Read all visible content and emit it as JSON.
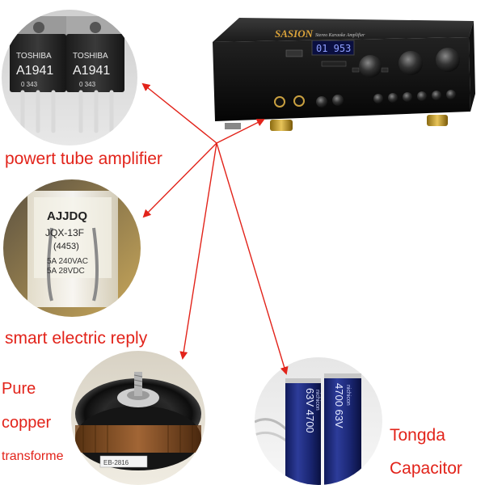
{
  "amplifier": {
    "brand": "SASION",
    "model_script": "Stereo Karaoke Amplifier",
    "display_digits": "01 953"
  },
  "transistors": {
    "left_brand": "TOSHIBA",
    "left_part": "A1941",
    "left_code": "0 343",
    "right_brand": "TOSHIBA",
    "right_part": "A1941",
    "right_code": "0 343"
  },
  "relay": {
    "brand": "AJJDQ",
    "model": "JQX-13F",
    "code": "(4453)",
    "rating_ac": "5A 240VAC",
    "rating_dc": "5A 28VDC"
  },
  "capacitor": {
    "left_text": "63V 4700",
    "right_text": "4700 63V",
    "brand": "nichicon"
  },
  "transformer": {
    "label": "EB-2816"
  },
  "captions": {
    "power_tube": "powert tube amplifier",
    "relay": "smart electric reply",
    "transformer_line1": "Pure",
    "transformer_line2": "copper",
    "transformer_line3": "transforme",
    "capacitor_line1": "Tongda",
    "capacitor_line2": "Capacitor"
  },
  "colors": {
    "caption": "#e2231a",
    "arrow": "#e2231a",
    "amp_display": "#3b4cff"
  }
}
